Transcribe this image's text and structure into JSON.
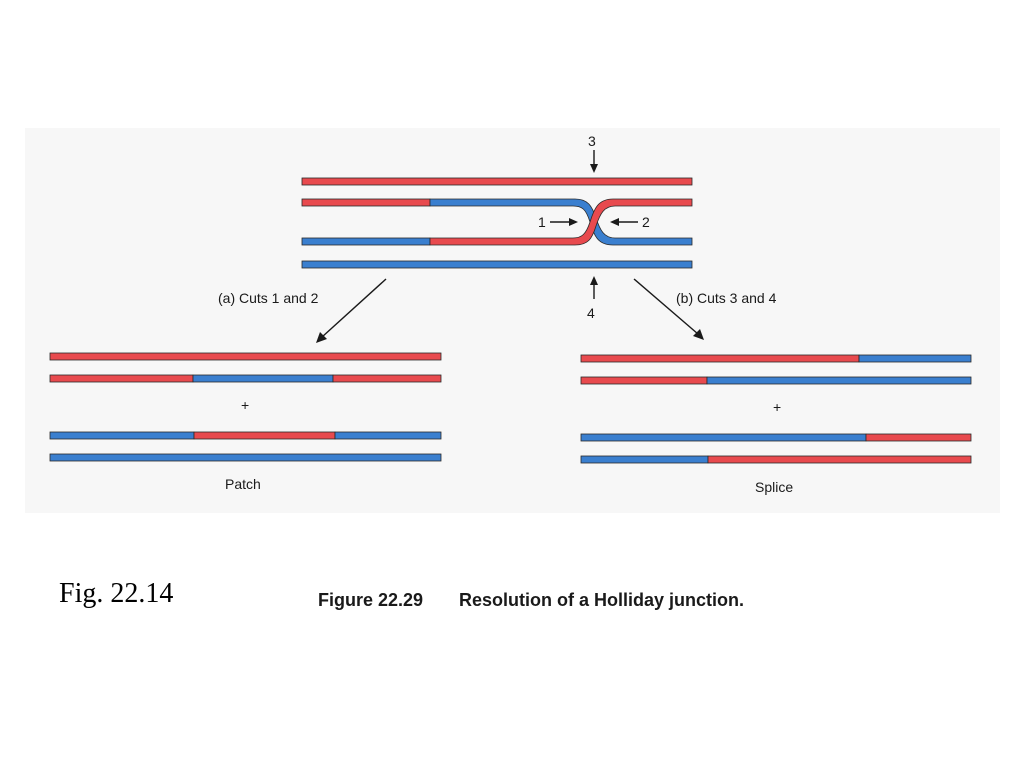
{
  "colors": {
    "red": "#e84a4e",
    "blue": "#3a7fcf",
    "panel": "#f7f7f7"
  },
  "labels": {
    "cut_top": "3",
    "cut_bottom": "4",
    "cut_left": "1",
    "cut_right": "2",
    "branch_a": "(a)  Cuts 1 and 2",
    "branch_b": "(b) Cuts 3 and 4",
    "plus_left": "+",
    "plus_right": "+",
    "result_left": "Patch",
    "result_right": "Splice"
  },
  "caption": {
    "slide_label": "Fig. 22.14",
    "figure_number": "Figure 22.29",
    "figure_title": "Resolution of a Holliday junction."
  }
}
